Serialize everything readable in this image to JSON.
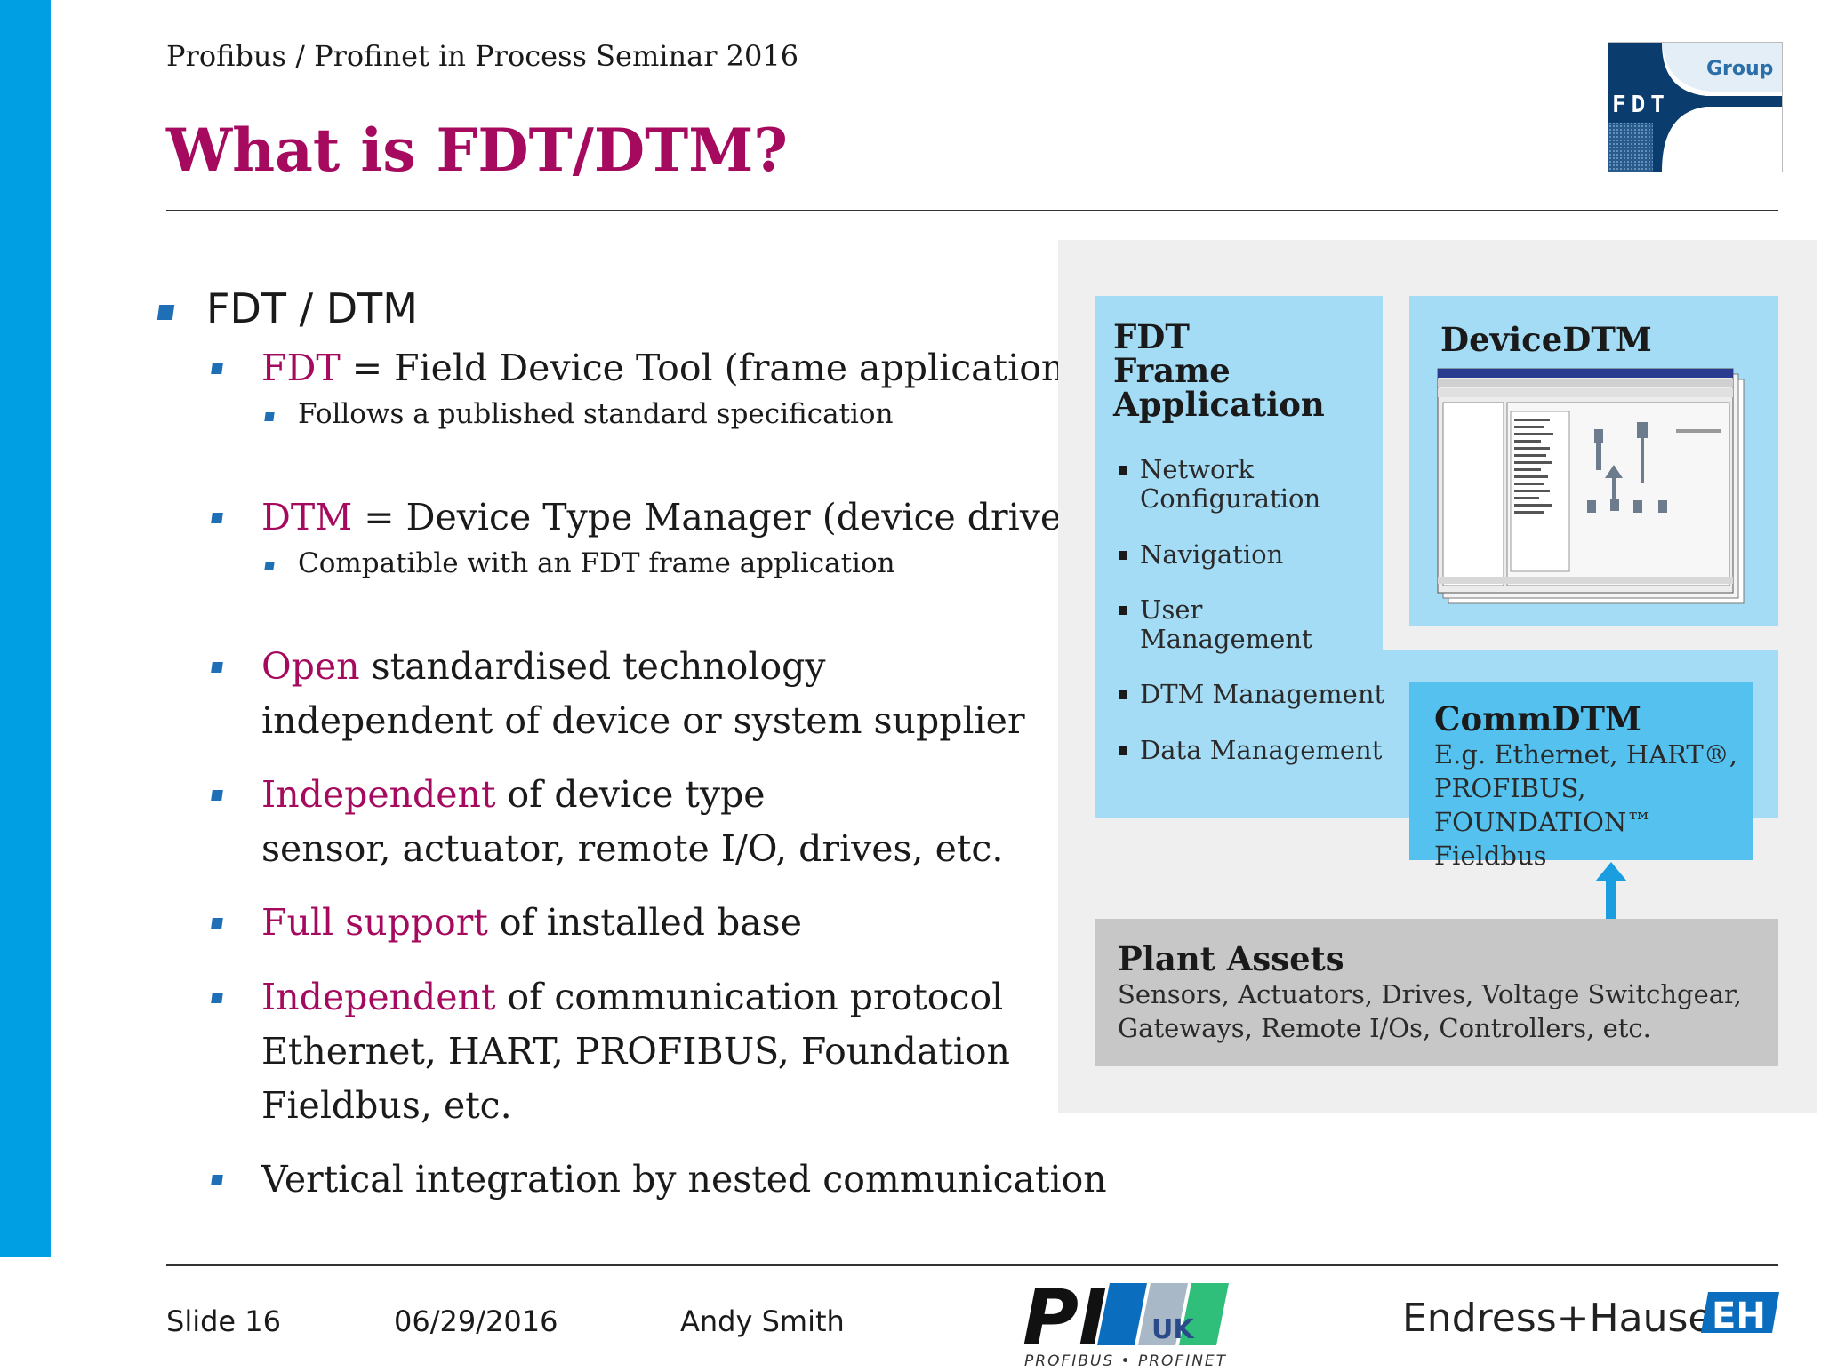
{
  "header": {
    "seminar": "Profibus / Profinet in Process Seminar 2016",
    "title": "What is FDT/DTM?",
    "logo_word": "Group",
    "logo_letters": "FDT"
  },
  "bullets": {
    "root": "FDT / DTM",
    "fdt_term": "FDT",
    "fdt_rest": " = Field Device Tool (frame application)",
    "fdt_sub": "Follows a published standard specification",
    "dtm_term": "DTM",
    "dtm_rest": " = Device Type Manager (device driver)",
    "dtm_sub": "Compatible with an FDT frame application",
    "open_term": "Open",
    "open_rest": " standardised technology",
    "open_line2": "independent of device or system supplier",
    "indep1_term": "Independent",
    "indep1_rest": " of device type",
    "indep1_line2": "sensor, actuator, remote I/O, drives, etc.",
    "full_term": "Full support",
    "full_rest": " of installed base",
    "indep2_term": "Independent",
    "indep2_rest": " of communication protocol",
    "indep2_line2": "Ethernet, HART, PROFIBUS, Foundation",
    "indep2_line3": "Fieldbus, etc.",
    "vertical": "Vertical integration by nested communication"
  },
  "diagram": {
    "frame_title_1": "FDT",
    "frame_title_2": "Frame",
    "frame_title_3": "Application",
    "frame_items": [
      "Network",
      "Configuration",
      "Navigation",
      "User",
      "Management",
      "DTM Management",
      "Data Management"
    ],
    "device_title": "DeviceDTM",
    "comm_title": "CommDTM",
    "comm_line1": "E.g. Ethernet, HART®,",
    "comm_line2": "PROFIBUS,",
    "comm_line3": "FOUNDATION™ Fieldbus",
    "plant_title": "Plant Assets",
    "plant_line1": "Sensors, Actuators, Drives, Voltage Switchgear,",
    "plant_line2": "Gateways, Remote I/Os, Controllers, etc."
  },
  "footer": {
    "slide": "Slide 16",
    "date": "06/29/2016",
    "author": "Andy Smith",
    "pi_text": "PI",
    "pi_uk": "UK",
    "pi_tag": "PROFIBUS • PROFINET",
    "eh_text": "Endress+Hauser",
    "eh_mark": "EH"
  },
  "colors": {
    "accent": "#a50a5f",
    "brand_blue": "#009fe3",
    "bullet_blue": "#1f6fb6"
  }
}
